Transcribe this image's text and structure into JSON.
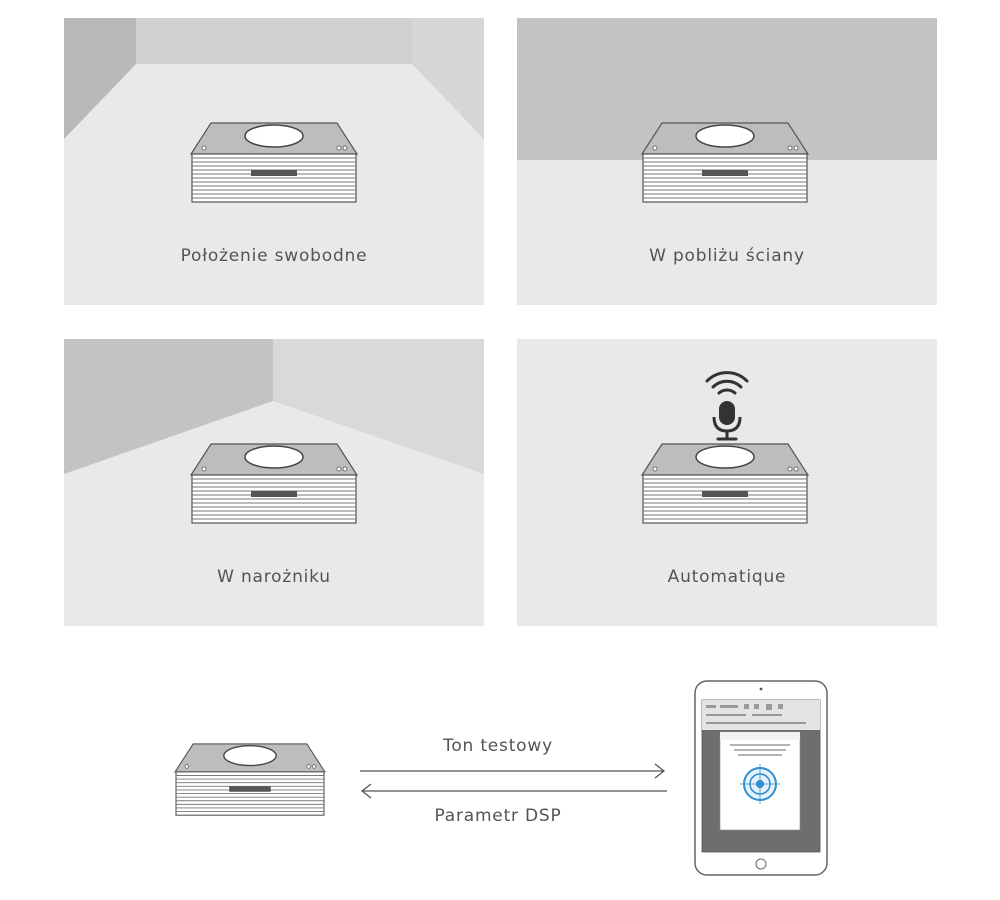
{
  "placements": [
    {
      "label": "Położenie swobodne"
    },
    {
      "label": "W pobliżu ściany"
    },
    {
      "label": "W narożniku"
    },
    {
      "label": "Automatique"
    }
  ],
  "diagram": {
    "forward_label": "Ton testowy",
    "back_label": "Parametr DSP"
  },
  "icons": {
    "microphone": "microphone-icon",
    "tablet": "tablet-icon"
  },
  "colors": {
    "panel": "#e9e9e9",
    "wall_dark": "#c4c4c4",
    "text": "#545454"
  }
}
